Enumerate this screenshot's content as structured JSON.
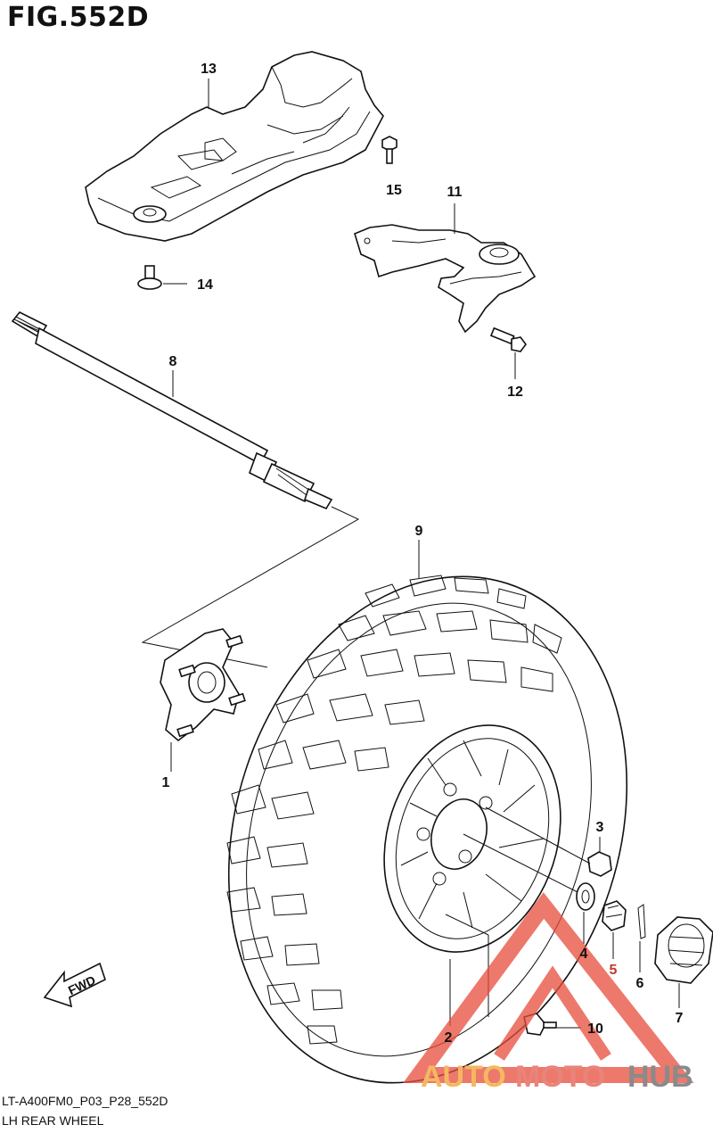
{
  "figure": {
    "title": "FIG.552D"
  },
  "parts": [
    {
      "num": "1"
    },
    {
      "num": "2"
    },
    {
      "num": "3"
    },
    {
      "num": "4"
    },
    {
      "num": "5"
    },
    {
      "num": "6"
    },
    {
      "num": "7"
    },
    {
      "num": "8"
    },
    {
      "num": "9"
    },
    {
      "num": "10"
    },
    {
      "num": "11"
    },
    {
      "num": "12"
    },
    {
      "num": "13"
    },
    {
      "num": "14"
    },
    {
      "num": "15"
    }
  ],
  "footer": {
    "code": "LT-A400FM0_P03_P28_552D",
    "name": "LH REAR WHEEL"
  },
  "fwd_label": "FWD",
  "watermark": {
    "part1": "AUTO",
    "part2": "MOTO",
    "part3": "HUB",
    "colors": {
      "auto": "#f4b860",
      "moto": "#e8847a",
      "hub": "#8a8a8a",
      "logo": "#e74c3c"
    }
  }
}
